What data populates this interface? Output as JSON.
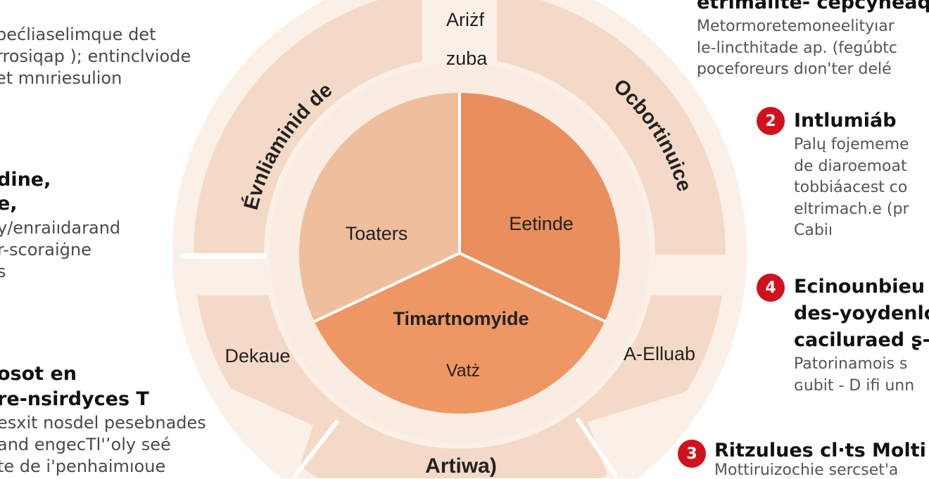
{
  "diagram": {
    "colors": {
      "outer_disk": "#faf0e8",
      "ring": "#f4dac6",
      "inner_ring": "#f9ece2",
      "slice_left": "#eebe9d",
      "slice_right": "#e98e5d",
      "slice_bottom": "#ee9764",
      "badge": "#d0121f"
    },
    "top_label_1": "Ariżf",
    "top_label_2": "zuba",
    "ring_left_label": "Évnliaminid de",
    "ring_right_label": "Ocbortinuice",
    "ring_mid_left_label": "Dekaue",
    "ring_mid_right_label": "A-Elluab",
    "ring_bottom_label": "Artiwa)",
    "slices": [
      {
        "label": "Toaters"
      },
      {
        "label": "Eetinde"
      },
      {
        "label": "Timartnomyide",
        "sublabel": "Vatż"
      }
    ]
  },
  "left": {
    "block1": {
      "lines": [
        "pećliaselimque det",
        "rrosiqap ); entinclviode",
        "et mnıriesulion"
      ]
    },
    "block2": {
      "heading": [
        "dine,",
        "e,"
      ],
      "lines": [
        "y/enraiıdarand",
        "r-scoraiġne",
        "s"
      ]
    },
    "block3": {
      "heading": [
        "osot en",
        "re-nsirdyces T"
      ],
      "lines": [
        "esxit nosdel pesebnades",
        "and engecTl'ʼoly seé",
        "te de i'penhaimıoue"
      ]
    }
  },
  "right": {
    "block1": {
      "heading": "etrimalite- cepcyneaq",
      "lines": [
        "Metormoretemoneelityıar",
        "le-lincthitade ap. (fegúbtc",
        "poceforeurs dıon'ter delé"
      ]
    },
    "item2": {
      "number": "2",
      "heading": "Intlumiáb",
      "lines": [
        "Palų fojememe",
        "de diaroemoat",
        "tobbiáacest co",
        "eltrimach.e (pr",
        "Cabiı"
      ]
    },
    "item4": {
      "number": "4",
      "heading": [
        "Ecinounbieu",
        "des-yoydenlo",
        "caciluraed ʂ-"
      ],
      "lines": [
        "Patorinamois s",
        "ɢubit - D ifi unn"
      ]
    },
    "item3": {
      "number": "3",
      "heading": "Ritzulues cl·ts Molti E",
      "lines": [
        "Mottiruizochie sercset'a"
      ]
    }
  }
}
